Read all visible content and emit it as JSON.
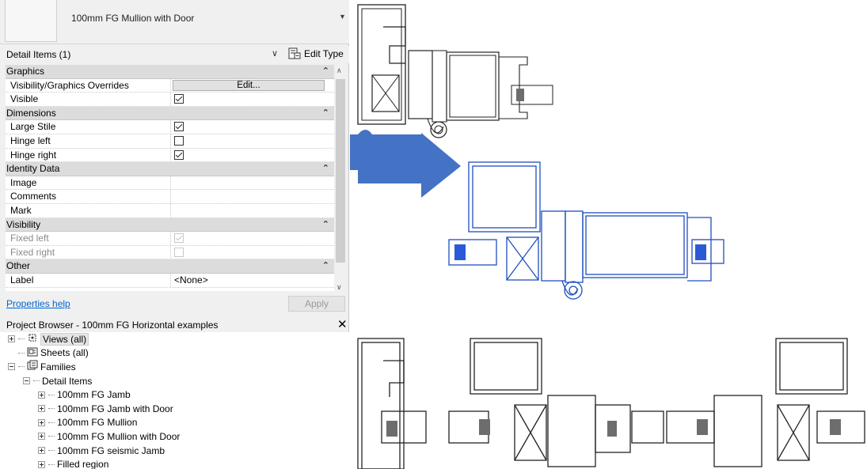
{
  "properties": {
    "type_name": "100mm FG Mullion with Door",
    "filter_label": "Detail Items (1)",
    "edit_type_label": "Edit Type",
    "rows": [
      {
        "kind": "group",
        "label": "Graphics"
      },
      {
        "kind": "button",
        "label": "Visibility/Graphics Overrides",
        "value": "Edit..."
      },
      {
        "kind": "checkbox",
        "label": "Visible",
        "checked": true
      },
      {
        "kind": "group",
        "label": "Dimensions"
      },
      {
        "kind": "checkbox",
        "label": "Large Stile",
        "checked": true
      },
      {
        "kind": "checkbox",
        "label": "Hinge left",
        "checked": false
      },
      {
        "kind": "checkbox",
        "label": "Hinge right",
        "checked": true
      },
      {
        "kind": "group",
        "label": "Identity Data"
      },
      {
        "kind": "text",
        "label": "Image",
        "value": ""
      },
      {
        "kind": "text",
        "label": "Comments",
        "value": ""
      },
      {
        "kind": "text",
        "label": "Mark",
        "value": ""
      },
      {
        "kind": "group",
        "label": "Visibility"
      },
      {
        "kind": "checkbox",
        "label": "Fixed left",
        "checked": true,
        "disabled": true
      },
      {
        "kind": "checkbox",
        "label": "Fixed right",
        "checked": false,
        "disabled": true
      },
      {
        "kind": "group",
        "label": "Other"
      },
      {
        "kind": "text",
        "label": "Label",
        "value": "<None>"
      }
    ],
    "help_link": "Properties help",
    "apply_label": "Apply"
  },
  "project_browser": {
    "title": "Project Browser - 100mm FG Horizontal examples",
    "items": [
      {
        "label": "Views (all)",
        "level": 0,
        "expander": "plus",
        "icon": "views-icon"
      },
      {
        "label": "Sheets (all)",
        "level": 0,
        "expander": "none",
        "icon": "sheets-icon"
      },
      {
        "label": "Families",
        "level": 0,
        "expander": "minus",
        "icon": "families-icon"
      },
      {
        "label": "Detail Items",
        "level": 1,
        "expander": "minus",
        "icon": ""
      },
      {
        "label": "100mm FG Jamb",
        "level": 2,
        "expander": "plus",
        "icon": ""
      },
      {
        "label": "100mm FG Jamb with Door",
        "level": 2,
        "expander": "plus",
        "icon": ""
      },
      {
        "label": "100mm FG Mullion",
        "level": 2,
        "expander": "plus",
        "icon": ""
      },
      {
        "label": "100mm FG Mullion with Door",
        "level": 2,
        "expander": "plus",
        "icon": ""
      },
      {
        "label": "100mm FG seismic Jamb",
        "level": 2,
        "expander": "plus",
        "icon": ""
      },
      {
        "label": "Filled region",
        "level": 2,
        "expander": "plus",
        "icon": ""
      }
    ]
  },
  "colors": {
    "arrow": "#4472c4",
    "selected_detail": "#1f4fbf",
    "glazing": "#6d6d6d",
    "glazing_selected": "#2a5ad8"
  }
}
